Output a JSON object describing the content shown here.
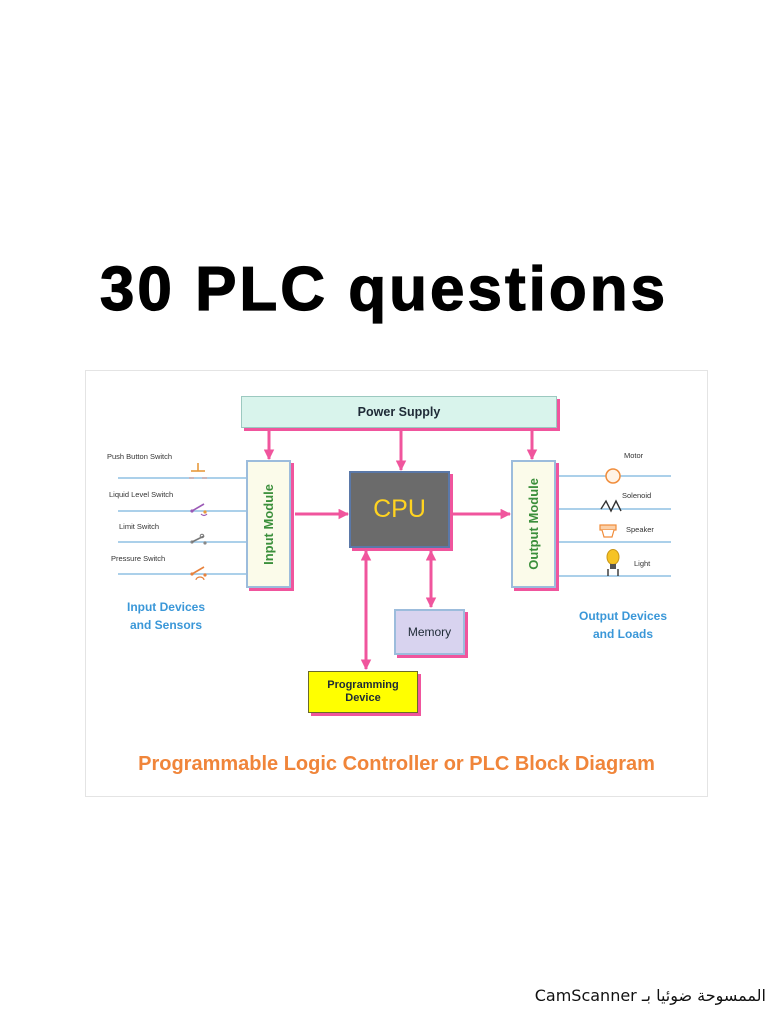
{
  "page": {
    "title": "30 PLC questions"
  },
  "diagram": {
    "power_supply": "Power Supply",
    "input_module": "Input Module",
    "cpu": "CPU",
    "output_module": "Output Module",
    "memory": "Memory",
    "programming_device": [
      "Programming",
      "Device"
    ],
    "inputs": [
      {
        "label": "Push Button Switch",
        "icon": "push-button-switch-icon"
      },
      {
        "label": "Liquid Level Switch",
        "icon": "liquid-level-switch-icon"
      },
      {
        "label": "Limit Switch",
        "icon": "limit-switch-icon"
      },
      {
        "label": "Pressure Switch",
        "icon": "pressure-switch-icon"
      }
    ],
    "inputs_caption": [
      "Input Devices",
      "and Sensors"
    ],
    "outputs": [
      {
        "label": "Motor",
        "icon": "motor-icon"
      },
      {
        "label": "Solenoid",
        "icon": "solenoid-icon"
      },
      {
        "label": "Speaker",
        "icon": "speaker-icon"
      },
      {
        "label": "Light",
        "icon": "light-bulb-icon"
      }
    ],
    "outputs_caption": [
      "Output Devices",
      "and Loads"
    ],
    "caption": "Programmable Logic Controller or PLC Block Diagram",
    "colors": {
      "arrow": "#f0559d",
      "power_supply_fill": "#d9f4ec",
      "cpu_fill": "#6b6b6b",
      "cpu_text": "#ffd320",
      "module_text": "#3b8f3b",
      "memory_fill": "#d8d3ef",
      "programming_device_fill": "#ffff00",
      "device_caption": "#3a97d8",
      "diagram_caption": "#f0853a"
    }
  },
  "footer": {
    "scanner_note": "الممسوحة ضوئيا بـ CamScanner"
  }
}
